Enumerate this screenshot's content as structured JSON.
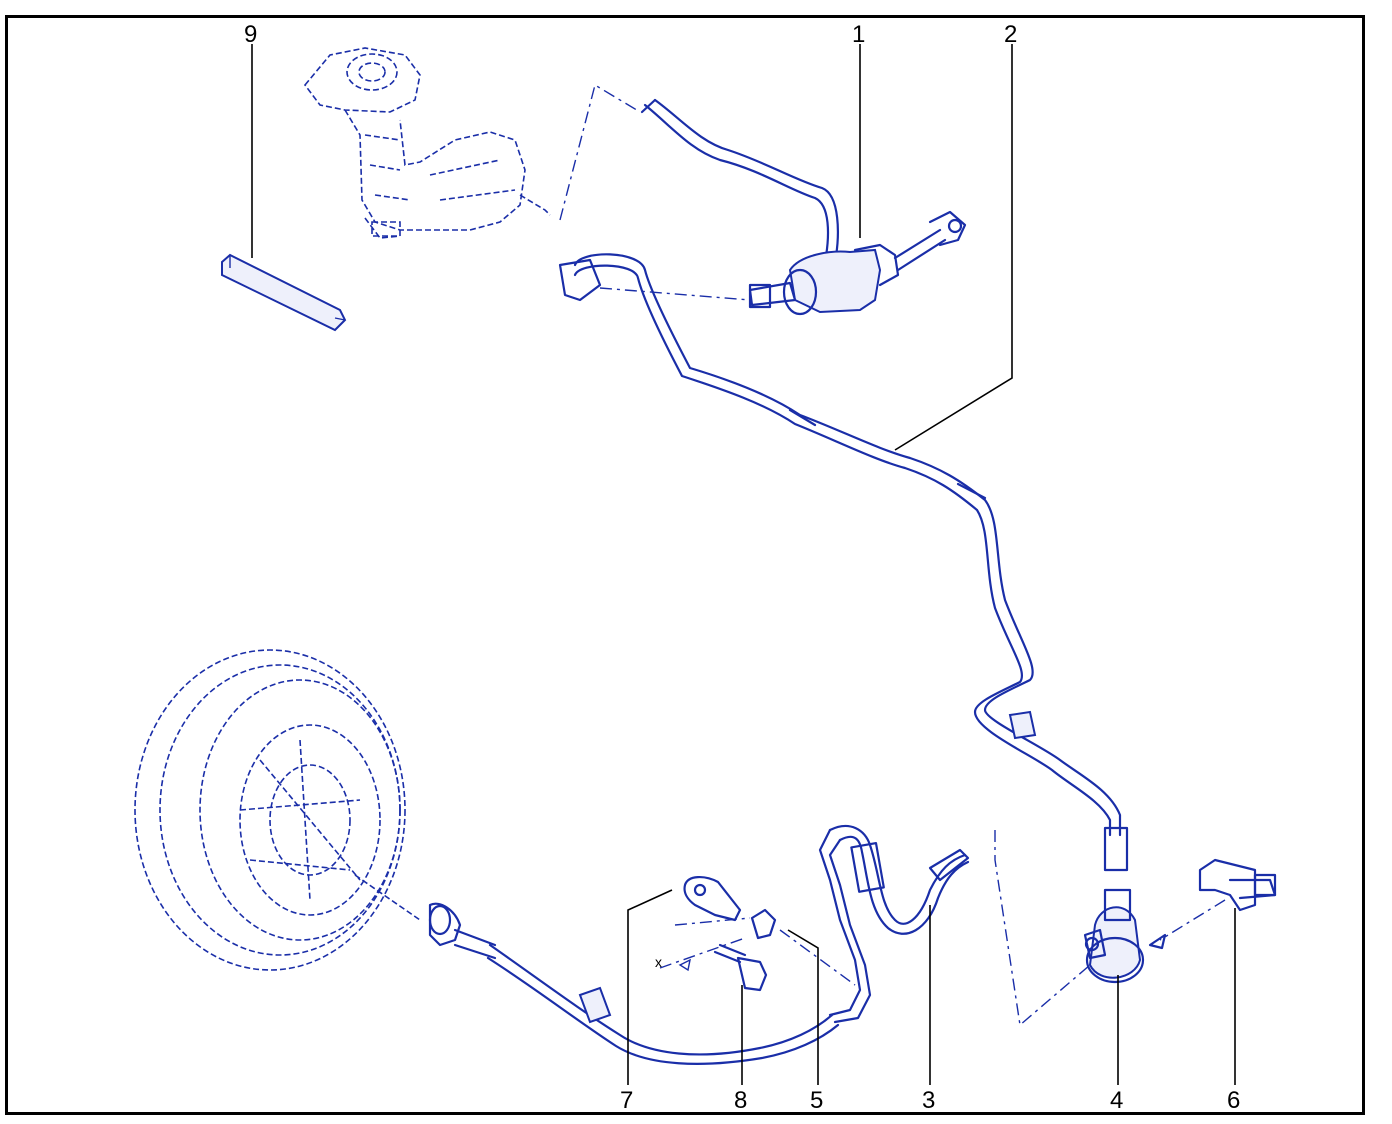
{
  "diagram": {
    "colors": {
      "part_line": "#1a2ea8",
      "callout": "#000000",
      "frame": "#000000"
    },
    "callouts": [
      {
        "id": "1",
        "label": "1"
      },
      {
        "id": "2",
        "label": "2"
      },
      {
        "id": "3",
        "label": "3"
      },
      {
        "id": "4",
        "label": "4"
      },
      {
        "id": "5",
        "label": "5"
      },
      {
        "id": "6",
        "label": "6"
      },
      {
        "id": "7",
        "label": "7"
      },
      {
        "id": "8",
        "label": "8"
      },
      {
        "id": "9",
        "label": "9"
      }
    ],
    "dimension_label": "x"
  }
}
